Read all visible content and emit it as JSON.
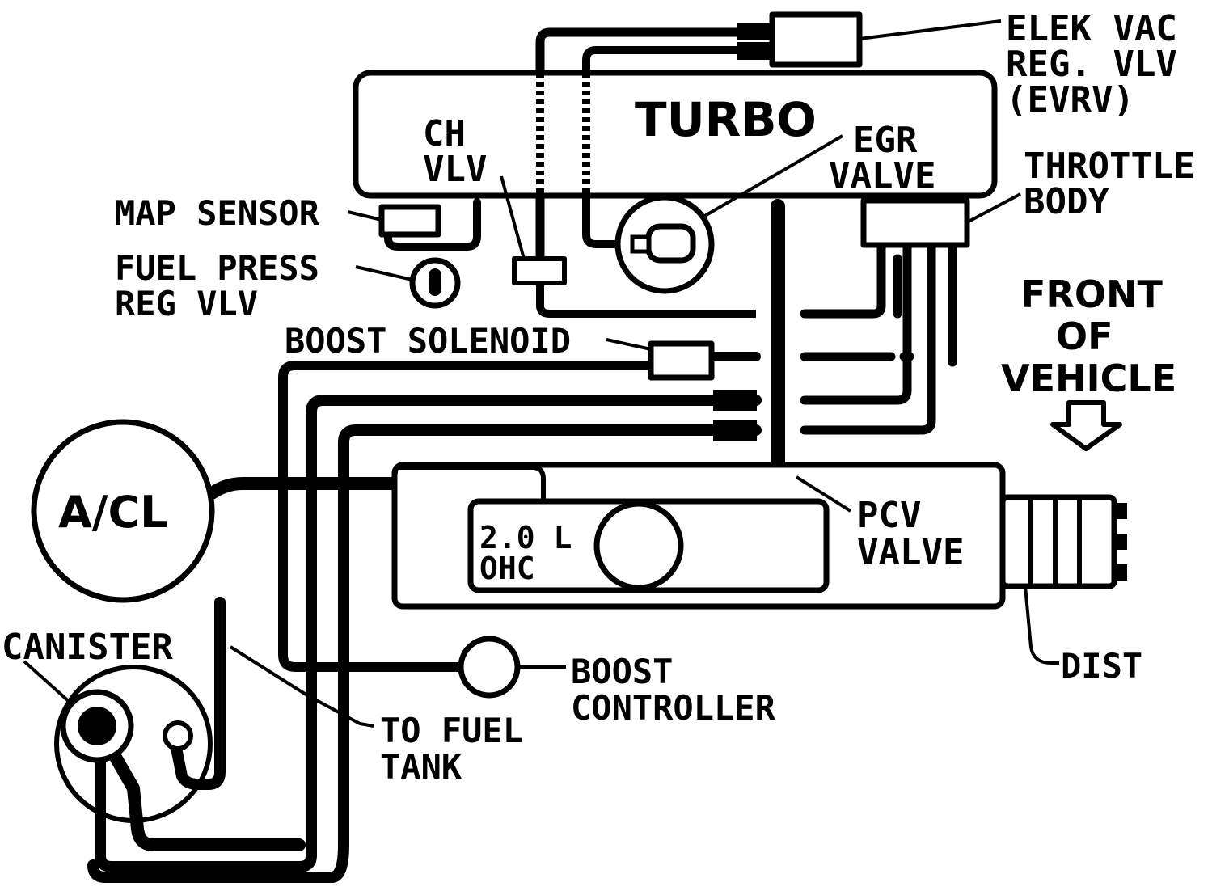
{
  "labels": {
    "elek_vac": [
      "ELEK VAC",
      "REG. VLV",
      "(EVRV)"
    ],
    "turbo": "TURBO",
    "ch_vlv": [
      "CH",
      "VLV"
    ],
    "egr_valve": [
      "EGR",
      "VALVE"
    ],
    "throttle_body": [
      "THROTTLE",
      "BODY"
    ],
    "map_sensor": "MAP SENSOR",
    "fuel_press": [
      "FUEL PRESS",
      "REG VLV"
    ],
    "front_of_vehicle": [
      "FRONT",
      "OF",
      "VEHICLE"
    ],
    "boost_solenoid": "BOOST SOLENOID",
    "ac_cl": "A/CL",
    "engine": [
      "2.0 L",
      "OHC"
    ],
    "pcv_valve": [
      "PCV",
      "VALVE"
    ],
    "canister": "CANISTER",
    "boost_controller": [
      "BOOST",
      "CONTROLLER"
    ],
    "to_fuel_tank": [
      "TO FUEL",
      "TANK"
    ],
    "dist": "DIST"
  },
  "colors": {
    "ink": "#000000",
    "paper": "#ffffff"
  }
}
